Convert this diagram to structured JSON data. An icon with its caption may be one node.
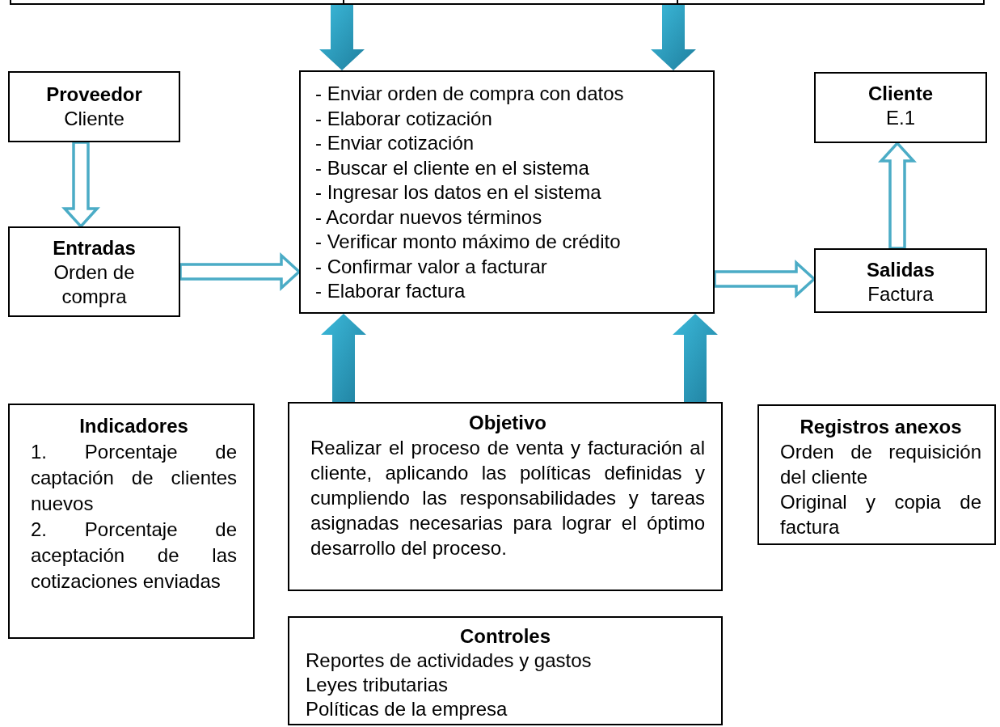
{
  "diagram": {
    "nodes": [
      {
        "text": [],
        "shape": "box"
      },
      {
        "text": [
          "Proveedor",
          "Cliente"
        ]
      },
      {
        "text": [
          "Entradas",
          "Orden de compra"
        ]
      },
      {
        "text": [
          "- Enviar orden de compra con datos",
          "- Elaborar cotización",
          "- Enviar cotización",
          "- Buscar el cliente en el sistema",
          "- Ingresar los datos en el sistema",
          "- Acordar nuevos términos",
          "- Verificar monto máximo de crédito",
          "- Confirmar valor a  facturar",
          "- Elaborar factura"
        ]
      },
      {
        "text": [
          "Cliente",
          "E.1"
        ]
      },
      {
        "text": [
          "Salidas",
          "Factura"
        ]
      },
      {
        "text": [
          "Indicadores",
          "1. Porcentaje de captación de clientes nuevos",
          "2. Porcentaje de aceptación de las cotizaciones enviadas"
        ]
      },
      {
        "text": [
          "Objetivo",
          "Realizar el proceso de venta y facturación al cliente, aplicando las políticas definidas y cumpliendo las responsabilidades y tareas asignadas necesarias para lograr el óptimo desarrollo del proceso."
        ]
      },
      {
        "text": [
          "Registros anexos",
          "Orden de requisición del cliente",
          "Original y copia de factura"
        ]
      },
      {
        "text": [
          "Controles",
          "Reportes de actividades y gastos",
          "Leyes tributarias",
          "Políticas de la empresa"
        ]
      }
    ],
    "edges": [
      {
        "from": 0,
        "to": 3,
        "arrow": "to",
        "style": "thick"
      },
      {
        "from": 0,
        "to": 3,
        "arrow": "to",
        "style": "thick"
      },
      {
        "from": 1,
        "to": 2,
        "arrow": "to"
      },
      {
        "from": 2,
        "to": 3,
        "arrow": "to"
      },
      {
        "from": 3,
        "to": 5,
        "arrow": "to"
      },
      {
        "from": 5,
        "to": 4,
        "arrow": "to"
      },
      {
        "from": 7,
        "to": 3,
        "arrow": "to",
        "style": "thick"
      },
      {
        "from": 7,
        "to": 3,
        "arrow": "to",
        "style": "thick"
      }
    ]
  }
}
